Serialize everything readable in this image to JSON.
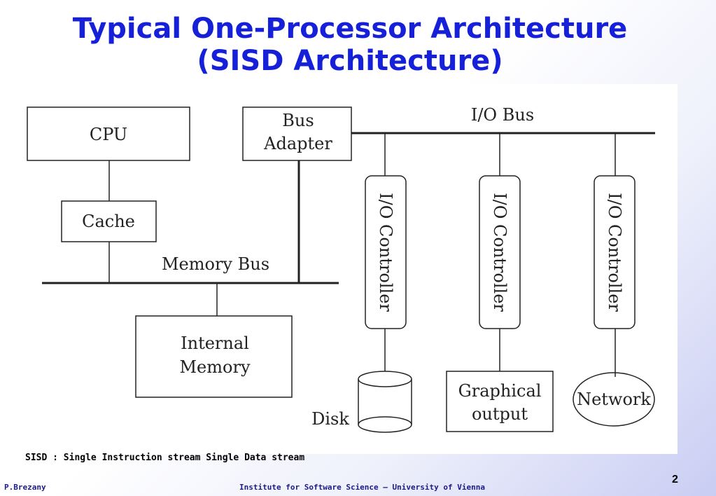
{
  "slide": {
    "title_line1": "Typical One-Processor Architecture",
    "title_line2": "(SISD Architecture)",
    "caption": "SISD : Single Instruction stream Single Data stream",
    "author": "P.Brezany",
    "institute": "Institute for Software Science – University of Vienna",
    "page_number": "2"
  },
  "diagram": {
    "cpu": "CPU",
    "cache": "Cache",
    "memory_bus": "Memory Bus",
    "internal_memory_line1": "Internal",
    "internal_memory_line2": "Memory",
    "bus_adapter_line1": "Bus",
    "bus_adapter_line2": "Adapter",
    "io_bus": "I/O Bus",
    "io_controller": "I/O Controller",
    "disk": "Disk",
    "graphical_output_line1": "Graphical",
    "graphical_output_line2": "output",
    "network": "Network"
  }
}
